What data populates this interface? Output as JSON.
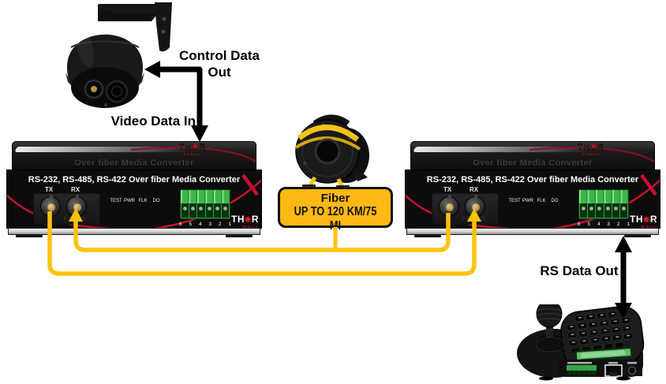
{
  "labels": {
    "control_line1": "Control Data",
    "control_line2": "Out",
    "video_in": "Video Data In",
    "rs_out": "RS Data Out"
  },
  "fiber_callout": {
    "title": "Fiber",
    "distance": "UP TO 120 KM/75 MI"
  },
  "converter": {
    "top_label": "Over fiber Media Converter",
    "panel_title": "RS-232, RS-485, RS-422 Over fiber Media Converter",
    "tx_label": "TX",
    "rx_label": "RX",
    "fiber_port_label": "FIBER",
    "leds": [
      {
        "label": "TEST",
        "color": "#e02a20"
      },
      {
        "label": "PWR",
        "color": "#35c32c"
      },
      {
        "label": "FLK",
        "color": "#35c32c"
      },
      {
        "label": "DO",
        "color": "#35c32c"
      }
    ],
    "terminal_numbers": [
      "6",
      "5",
      "4",
      "3",
      "2",
      "1"
    ],
    "brand_prefix": "TH",
    "brand_suffix": "R",
    "brand_sub": "Fiber"
  },
  "colors": {
    "cable_yellow": "#ffc20e",
    "callout_yellow": "#fdb913",
    "accent_red": "#c41230",
    "terminal_green": "#3db54a",
    "arrow_black": "#000000",
    "body_black": "#0c0c0c"
  }
}
